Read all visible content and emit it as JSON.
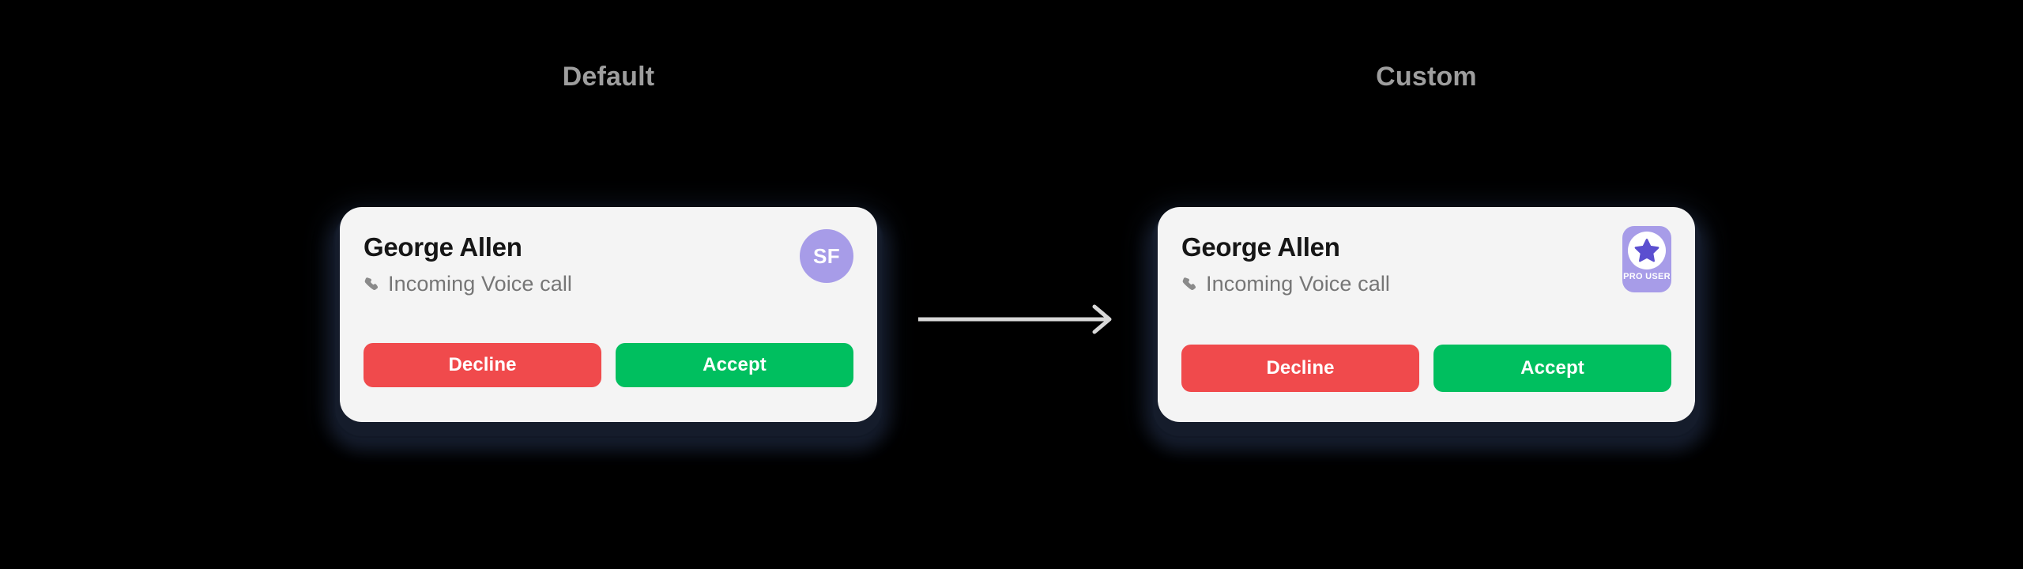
{
  "page": {
    "background_color": "#000000"
  },
  "columns": [
    {
      "key": "default",
      "label": "Default"
    },
    {
      "key": "custom",
      "label": "Custom"
    }
  ],
  "arrow": {
    "name": "transition-arrow",
    "direction": "right",
    "color": "#d8d8d8"
  },
  "cards": {
    "default": {
      "caller_name": "George Allen",
      "call_status": "Incoming Voice call",
      "call_type_icon": "phone-icon",
      "background_color": "#f4f4f4",
      "avatar": {
        "type": "initials-circle",
        "initials": "SF",
        "background_color": "#a79ce8",
        "text_color": "#ffffff"
      },
      "buttons": {
        "decline_label": "Decline",
        "accept_label": "Accept",
        "decline_color": "#f04a4c",
        "accept_color": "#00bf5f"
      }
    },
    "custom": {
      "caller_name": "George Allen",
      "call_status": "Incoming Voice call",
      "call_type_icon": "phone-icon",
      "background_color": "#f4f4f4",
      "avatar": {
        "type": "pro-badge",
        "badge_label": "PRO USER",
        "badge_icon": "star-icon",
        "background_color": "#a79ce8",
        "disc_color": "#ffffff",
        "star_color": "#5b4fd0",
        "text_color": "#ffffff"
      },
      "buttons": {
        "decline_label": "Decline",
        "accept_label": "Accept",
        "decline_color": "#f04a4c",
        "accept_color": "#00bf5f"
      }
    }
  }
}
